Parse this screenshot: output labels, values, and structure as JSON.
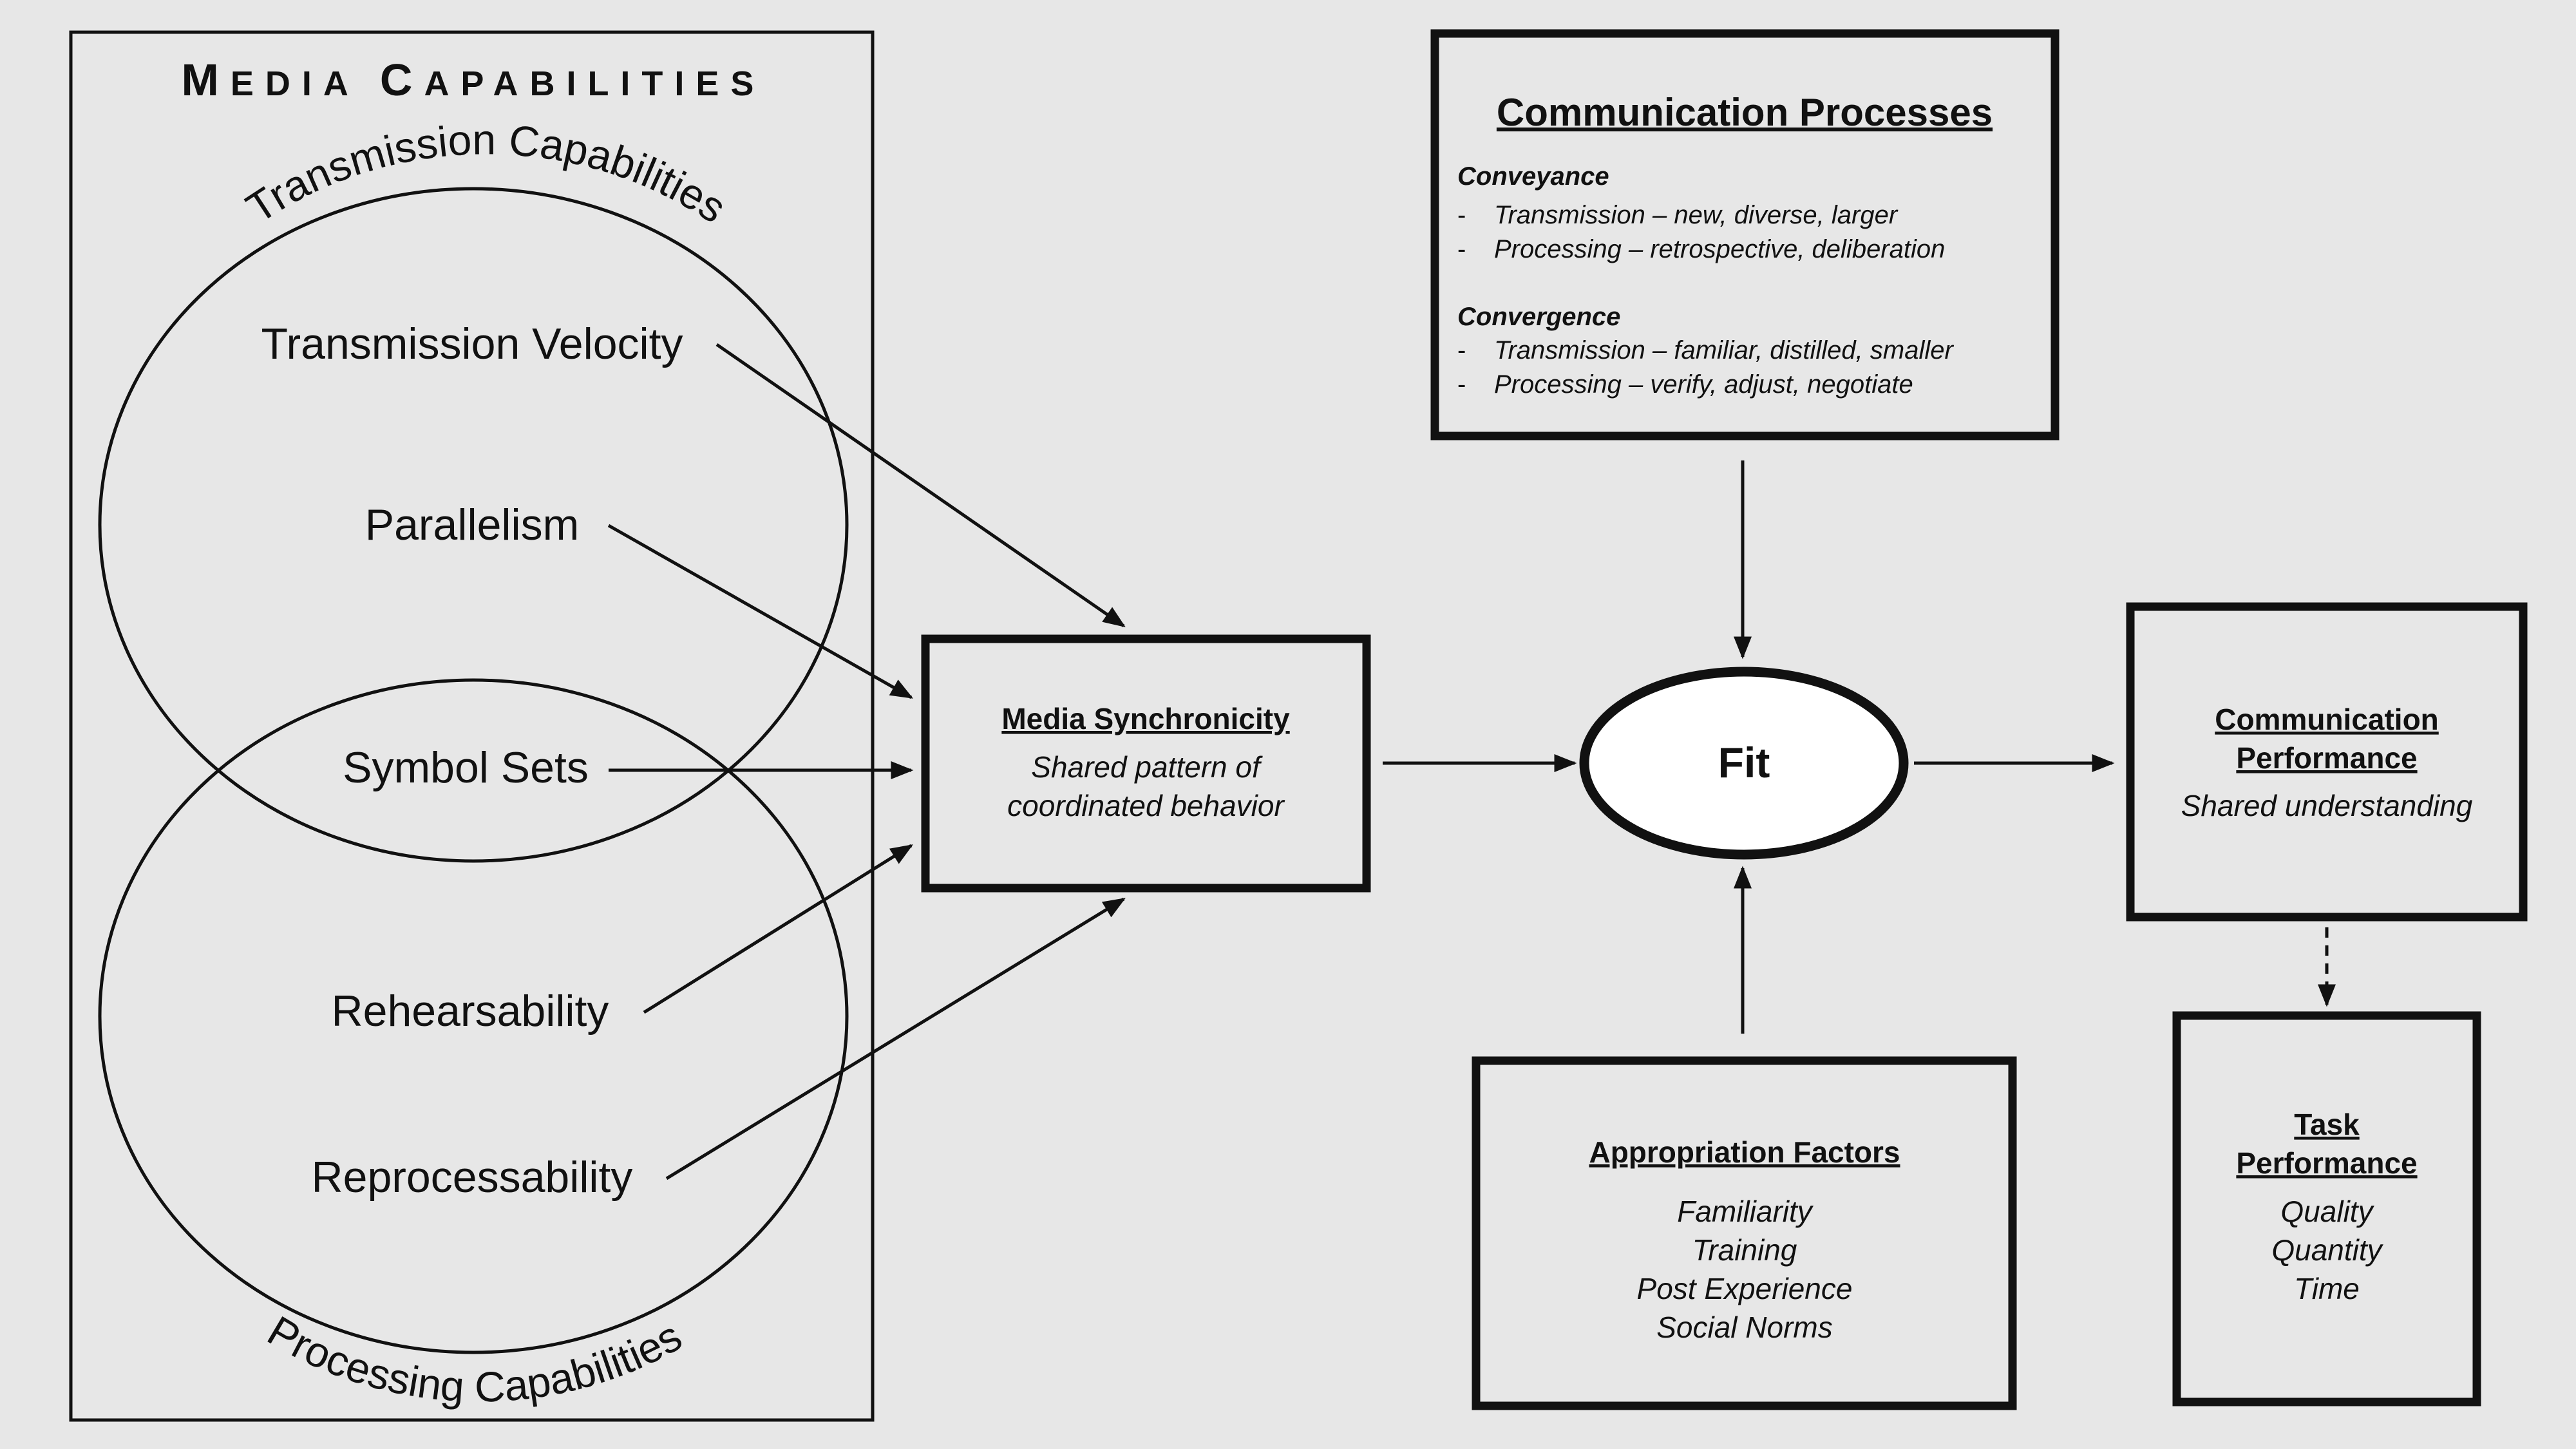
{
  "media_capabilities": {
    "title_letters": [
      "M",
      "EDIA",
      "C",
      "APABILITIES"
    ],
    "transmission_label": "Transmission Capabilities",
    "processing_label": "Processing Capabilities",
    "items": [
      "Transmission Velocity",
      "Parallelism",
      "Symbol Sets",
      "Rehearsability",
      "Reprocessability"
    ]
  },
  "media_synchronicity": {
    "title": "Media Synchronicity",
    "desc_line1": "Shared pattern of",
    "desc_line2": "coordinated behavior"
  },
  "fit": {
    "label": "Fit"
  },
  "communication_processes": {
    "title": "Communication Processes",
    "conveyance_heading": "Conveyance",
    "conveyance_items": [
      "Transmission – new, diverse, larger",
      "Processing – retrospective, deliberation"
    ],
    "convergence_heading": "Convergence",
    "convergence_items": [
      "Transmission – familiar, distilled, smaller",
      "Processing – verify, adjust, negotiate"
    ],
    "bullet": "-"
  },
  "appropriation_factors": {
    "title": "Appropriation Factors",
    "items": [
      "Familiarity",
      "Training",
      "Post Experience",
      "Social Norms"
    ]
  },
  "communication_performance": {
    "title_line1": "Communication",
    "title_line2": "Performance",
    "desc": "Shared understanding"
  },
  "task_performance": {
    "title_line1": "Task",
    "title_line2": "Performance",
    "items": [
      "Quality",
      "Quantity",
      "Time"
    ]
  }
}
